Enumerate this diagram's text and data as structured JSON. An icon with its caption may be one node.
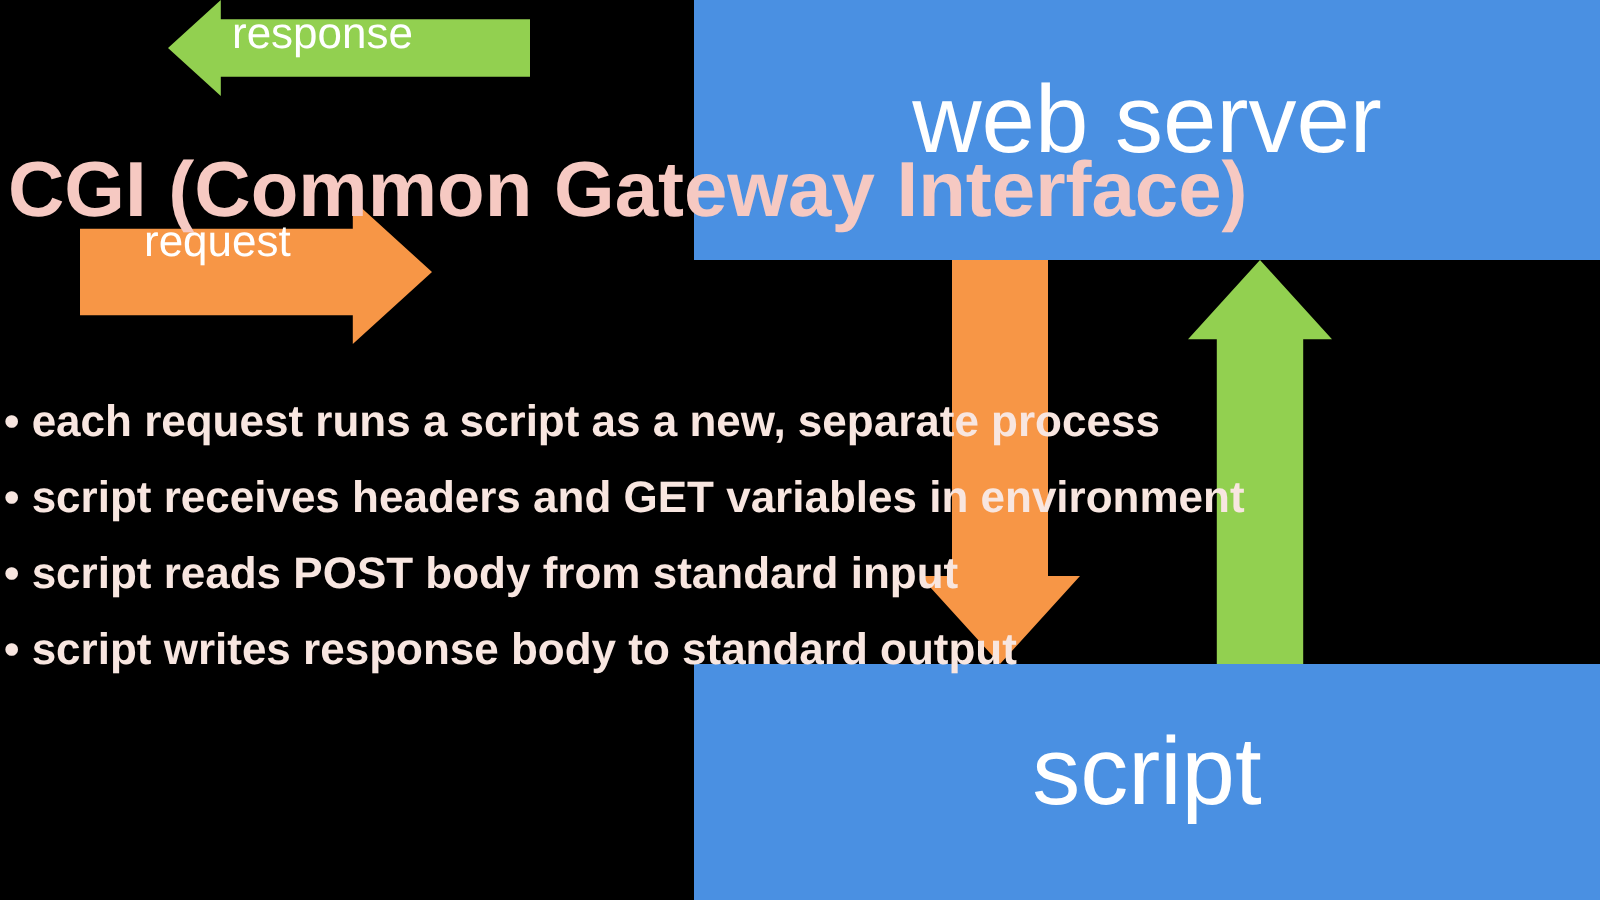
{
  "diagram": {
    "title": "CGI (Common Gateway Interface)",
    "nodes": [
      {
        "text": [
          "response"
        ]
      },
      {
        "text": [
          "web server"
        ]
      },
      {
        "text": [
          "request"
        ]
      },
      {
        "text": [
          "script"
        ]
      }
    ],
    "edges": [
      {
        "from": 1,
        "to": 3,
        "arrow": "to",
        "style": "thick",
        "color": "#f79646"
      },
      {
        "from": 3,
        "to": 1,
        "arrow": "to",
        "style": "thick",
        "color": "#92d050"
      }
    ],
    "labels": [
      "• each request runs a script as a new, separate process",
      "• script receives headers and GET variables in environment",
      "• script reads POST body from standard input",
      "• script writes response body to standard output"
    ]
  }
}
